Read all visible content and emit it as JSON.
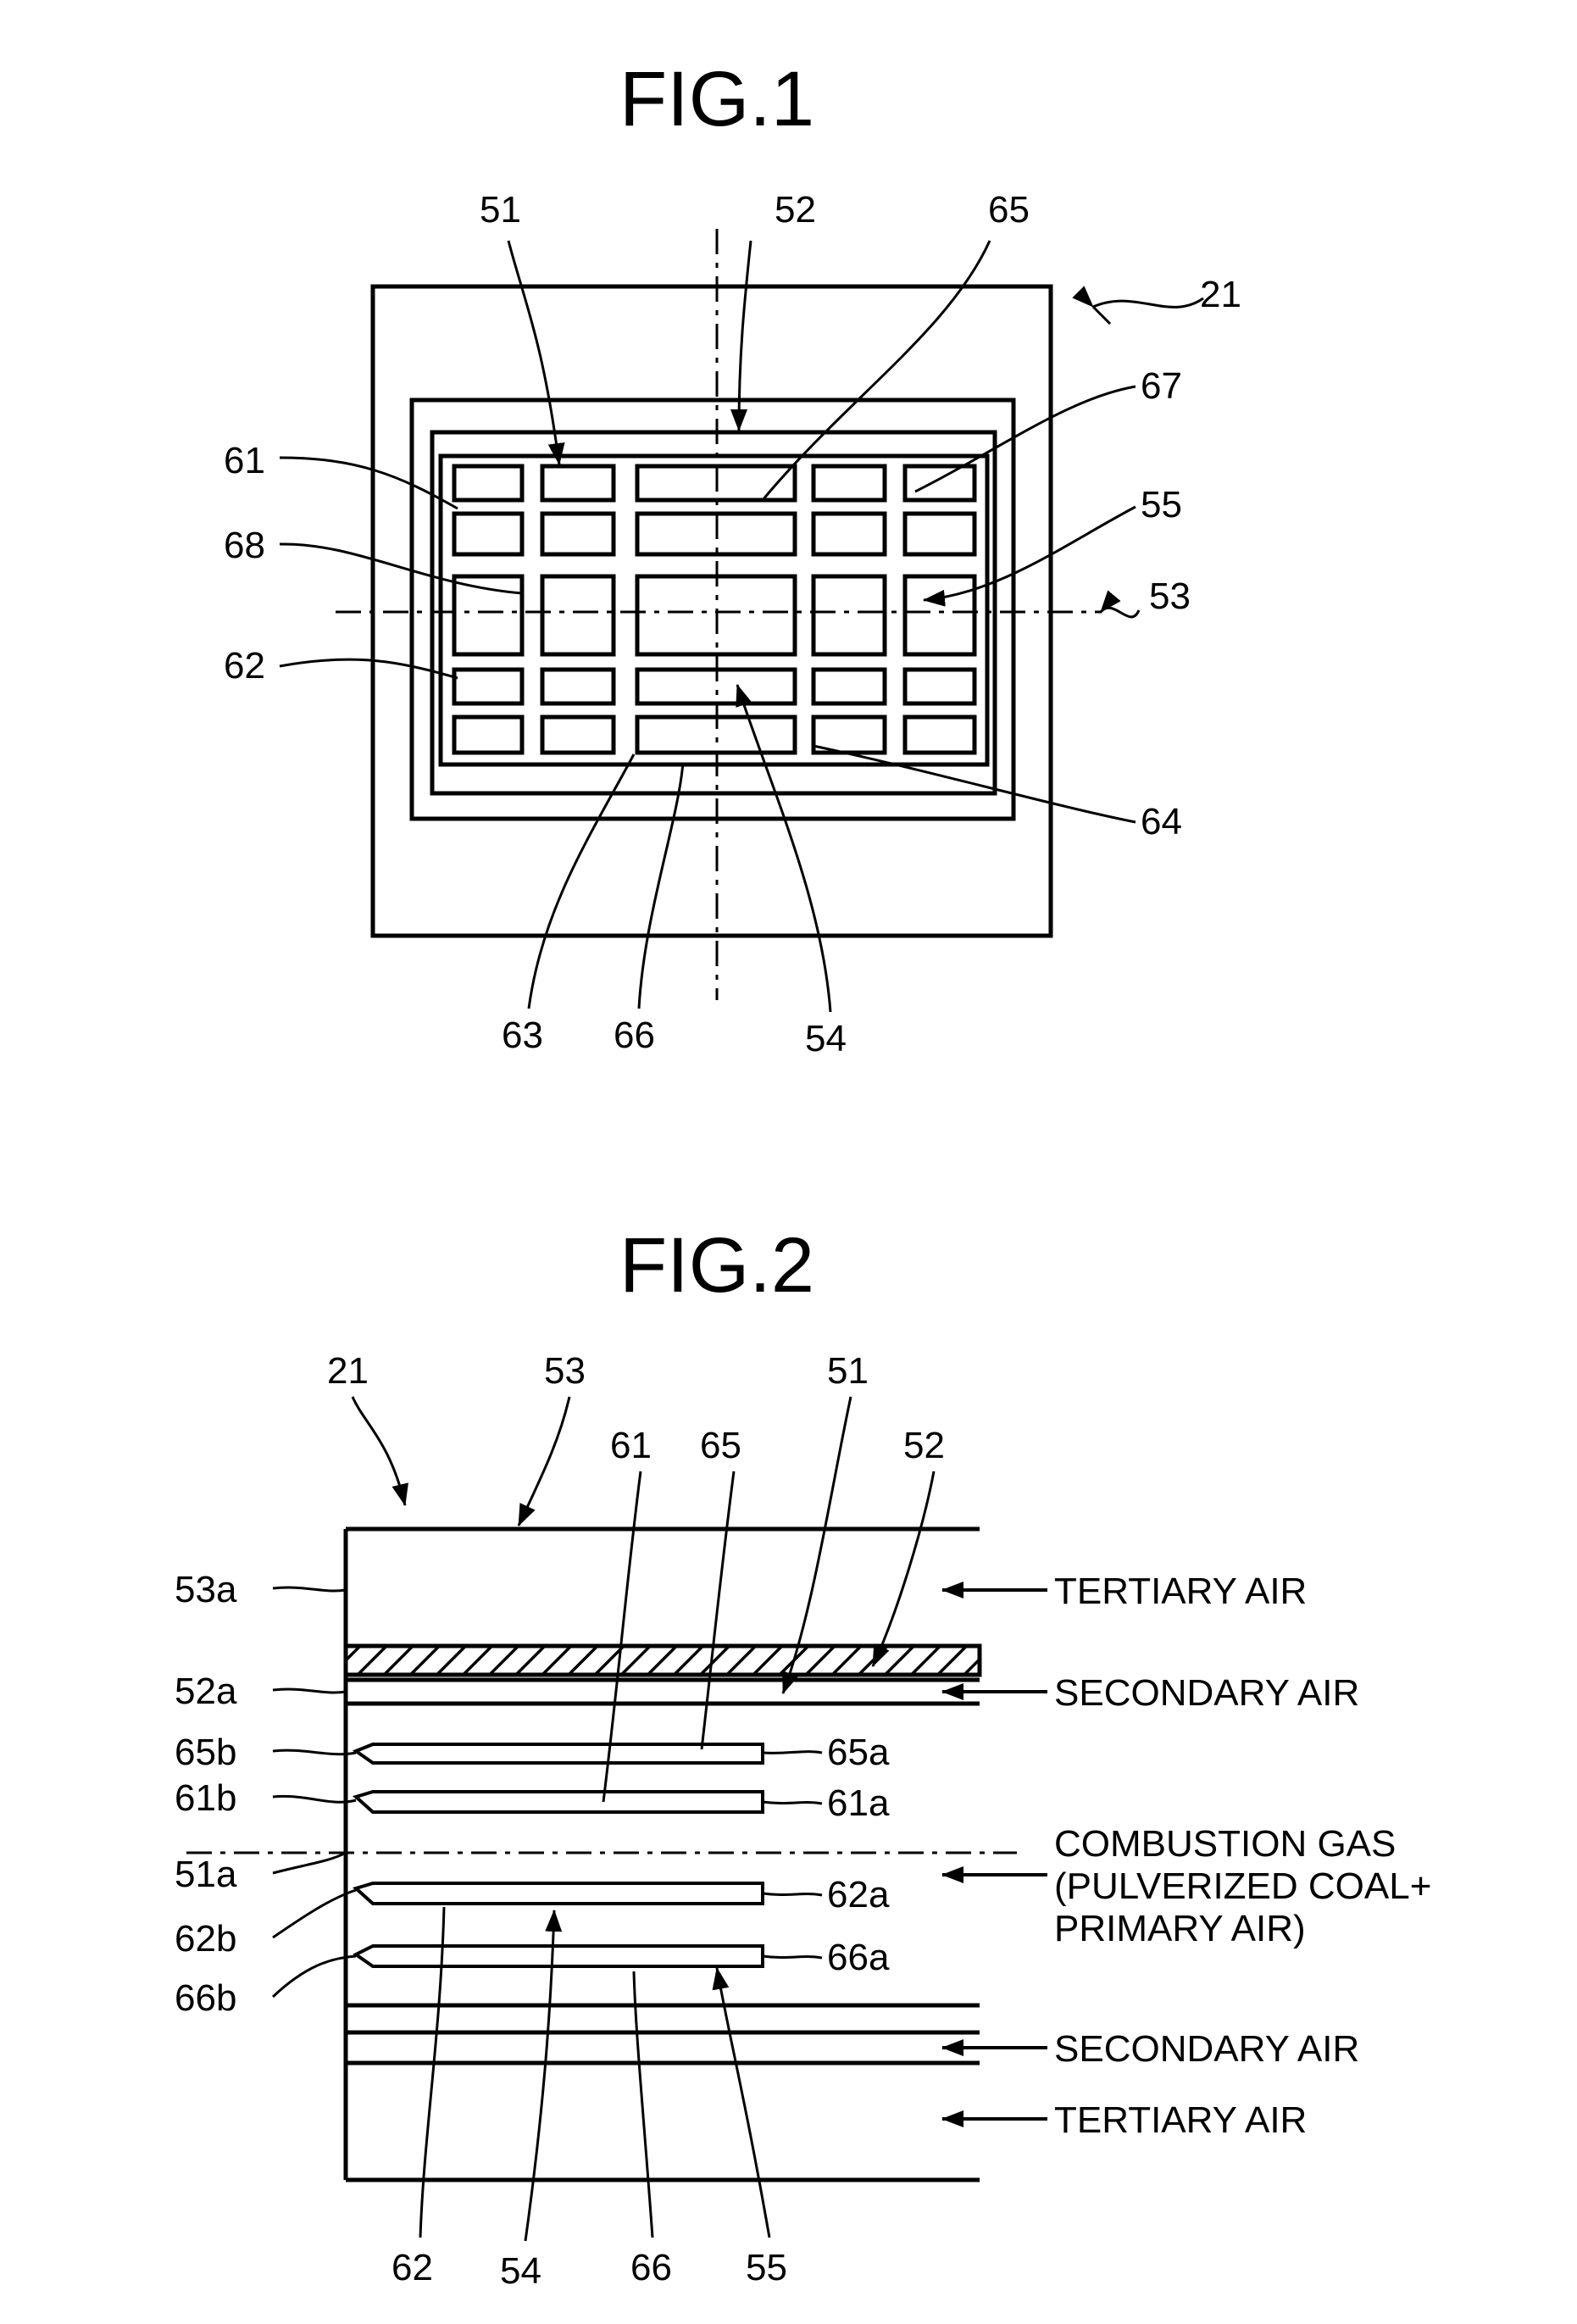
{
  "fig1": {
    "title": "FIG.1",
    "refs": {
      "r51": "51",
      "r52": "52",
      "r65": "65",
      "r21": "21",
      "r67": "67",
      "r61": "61",
      "r68": "68",
      "r55": "55",
      "r53": "53",
      "r62": "62",
      "r64": "64",
      "r63": "63",
      "r66": "66",
      "r54": "54"
    }
  },
  "fig2": {
    "title": "FIG.2",
    "refs": {
      "r21": "21",
      "r53": "53",
      "r61": "61",
      "r65": "65",
      "r51": "51",
      "r52": "52",
      "r53a": "53a",
      "r52a": "52a",
      "r65b": "65b",
      "r61b": "61b",
      "r51a": "51a",
      "r62b": "62b",
      "r66b": "66b",
      "r65a": "65a",
      "r61a": "61a",
      "r62a": "62a",
      "r66a": "66a",
      "r62": "62",
      "r54": "54",
      "r66": "66",
      "r55": "55"
    },
    "flows": {
      "tertiary_top": "TERTIARY AIR",
      "secondary_top": "SECONDARY AIR",
      "combustion_1": "COMBUSTION GAS",
      "combustion_2": "(PULVERIZED COAL+",
      "combustion_3": "PRIMARY AIR)",
      "secondary_bottom": "SECONDARY AIR",
      "tertiary_bottom": "TERTIARY AIR"
    }
  }
}
